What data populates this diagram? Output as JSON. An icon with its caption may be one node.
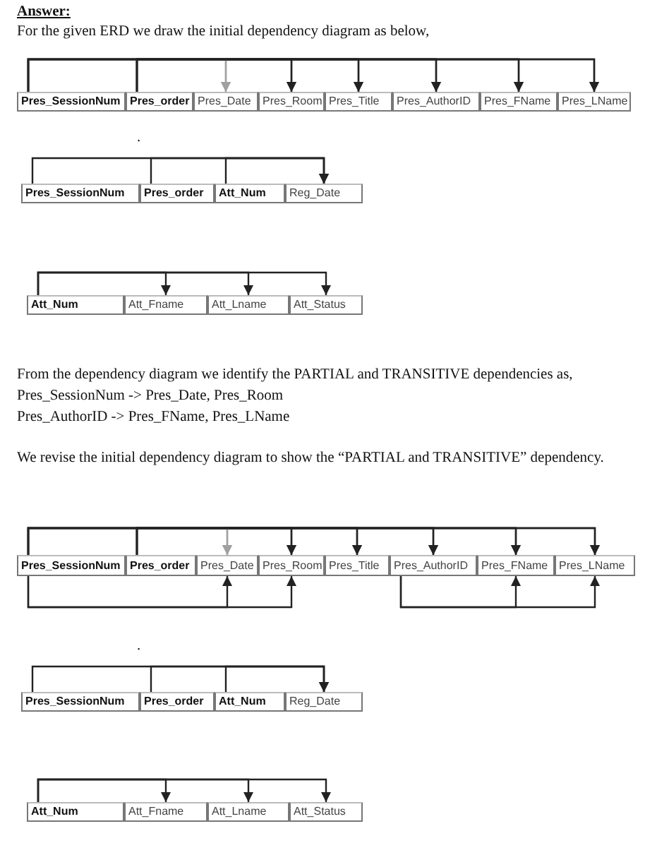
{
  "diagram": {
    "nodes": [
      {
        "text": [
          "Pres_SessionNum"
        ]
      },
      {
        "text": [
          "Pres_order"
        ]
      },
      {
        "text": [
          "Pres_Date"
        ]
      },
      {
        "text": [
          "Pres_Room"
        ]
      },
      {
        "text": [
          "Pres_Title"
        ]
      },
      {
        "text": [
          "Pres_AuthorID"
        ]
      },
      {
        "text": [
          "Pres_FName"
        ]
      },
      {
        "text": [
          "Pres_LName"
        ]
      },
      {
        "text": [
          "Pres_SessionNum"
        ]
      },
      {
        "text": [
          "Pres_order"
        ]
      },
      {
        "text": [
          "Att_Num"
        ]
      },
      {
        "text": [
          "Reg_Date"
        ]
      },
      {
        "text": [
          "Att_Num"
        ]
      },
      {
        "text": [
          "Att_Fname"
        ]
      },
      {
        "text": [
          "Att_Lname"
        ]
      },
      {
        "text": [
          "Att_Status"
        ]
      },
      {
        "text": [
          "Pres_SessionNum"
        ]
      },
      {
        "text": [
          "Pres_order"
        ]
      },
      {
        "text": [
          "Pres_Date"
        ]
      },
      {
        "text": [
          "Pres_Room"
        ]
      },
      {
        "text": [
          "Pres_Title"
        ]
      },
      {
        "text": [
          "Pres_AuthorID"
        ]
      },
      {
        "text": [
          "Pres_FName"
        ]
      },
      {
        "text": [
          "Pres_LName"
        ]
      },
      {
        "text": [
          "Pres_SessionNum"
        ]
      },
      {
        "text": [
          "Pres_order"
        ]
      },
      {
        "text": [
          "Att_Num"
        ]
      },
      {
        "text": [
          "Reg_Date"
        ]
      },
      {
        "text": [
          "Att_Num"
        ]
      },
      {
        "text": [
          "Att_Fname"
        ]
      },
      {
        "text": [
          "Att_Lname"
        ]
      },
      {
        "text": [
          "Att_Status"
        ]
      }
    ],
    "edges": [
      {
        "from": 0,
        "to": 2,
        "arrow": "to",
        "color": "#a0a0a0"
      },
      {
        "from": 0,
        "to": 3,
        "arrow": "to"
      },
      {
        "from": 0,
        "to": 4,
        "arrow": "to"
      },
      {
        "from": 0,
        "to": 5,
        "arrow": "to"
      },
      {
        "from": 0,
        "to": 6,
        "arrow": "to"
      },
      {
        "from": 0,
        "to": 7,
        "arrow": "to"
      },
      {
        "from": 1,
        "to": 2,
        "arrow": "to",
        "color": "#a0a0a0"
      },
      {
        "from": 1,
        "to": 3,
        "arrow": "to"
      },
      {
        "from": 1,
        "to": 4,
        "arrow": "to"
      },
      {
        "from": 1,
        "to": 5,
        "arrow": "to"
      },
      {
        "from": 1,
        "to": 6,
        "arrow": "to"
      },
      {
        "from": 1,
        "to": 7,
        "arrow": "to"
      },
      {
        "from": 8,
        "to": 11,
        "arrow": "to"
      },
      {
        "from": 9,
        "to": 11,
        "arrow": "to"
      },
      {
        "from": 10,
        "to": 11,
        "arrow": "to"
      },
      {
        "from": 12,
        "to": 13,
        "arrow": "to"
      },
      {
        "from": 12,
        "to": 14,
        "arrow": "to"
      },
      {
        "from": 12,
        "to": 15,
        "arrow": "to"
      },
      {
        "from": 16,
        "to": 18,
        "arrow": "to",
        "color": "#a0a0a0"
      },
      {
        "from": 16,
        "to": 19,
        "arrow": "to"
      },
      {
        "from": 16,
        "to": 20,
        "arrow": "to"
      },
      {
        "from": 16,
        "to": 21,
        "arrow": "to"
      },
      {
        "from": 16,
        "to": 22,
        "arrow": "to"
      },
      {
        "from": 16,
        "to": 23,
        "arrow": "to"
      },
      {
        "from": 17,
        "to": 18,
        "arrow": "to",
        "color": "#a0a0a0"
      },
      {
        "from": 17,
        "to": 19,
        "arrow": "to"
      },
      {
        "from": 17,
        "to": 20,
        "arrow": "to"
      },
      {
        "from": 17,
        "to": 21,
        "arrow": "to"
      },
      {
        "from": 17,
        "to": 22,
        "arrow": "to"
      },
      {
        "from": 17,
        "to": 23,
        "arrow": "to"
      },
      {
        "from": 16,
        "to": 18,
        "arrow": "to"
      },
      {
        "from": 16,
        "to": 19,
        "arrow": "to"
      },
      {
        "from": 21,
        "to": 22,
        "arrow": "to"
      },
      {
        "from": 21,
        "to": 23,
        "arrow": "to"
      },
      {
        "from": 24,
        "to": 27,
        "arrow": "to"
      },
      {
        "from": 25,
        "to": 27,
        "arrow": "to"
      },
      {
        "from": 26,
        "to": 27,
        "arrow": "to"
      },
      {
        "from": 28,
        "to": 29,
        "arrow": "to"
      },
      {
        "from": 28,
        "to": 30,
        "arrow": "to"
      },
      {
        "from": 28,
        "to": 31,
        "arrow": "to"
      }
    ],
    "labels": [
      "Answer:",
      "For the given ERD we draw the initial dependency diagram as below,",
      ".",
      "From the dependency diagram we identify the PARTIAL and TRANSITIVE dependencies as,",
      "Pres_SessionNum -> Pres_Date, Pres_Room",
      "Pres_AuthorID -> Pres_FName, Pres_LName",
      "We revise the initial dependency diagram to show the “PARTIAL and TRANSITIVE” dependency.",
      "."
    ]
  }
}
